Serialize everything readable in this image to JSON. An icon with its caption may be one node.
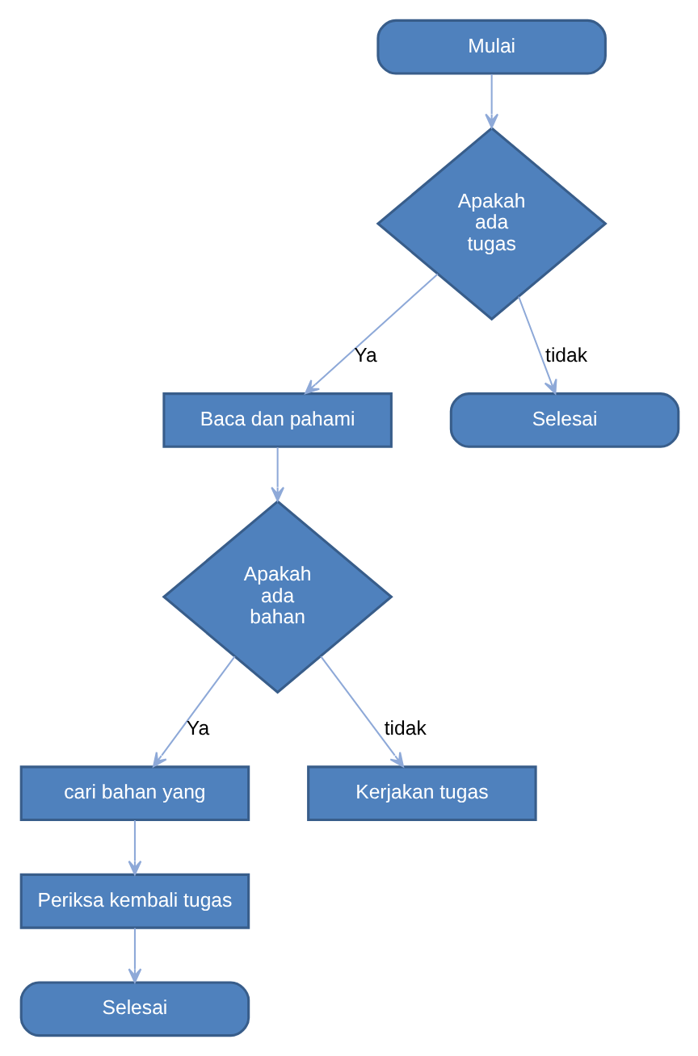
{
  "diagram": {
    "nodes": [
      {
        "text": [
          "Mulai"
        ]
      },
      {
        "text": [
          "Apakah ada tugas"
        ]
      },
      {
        "text": [
          "Baca dan pahami"
        ]
      },
      {
        "text": [
          "Selesai"
        ]
      },
      {
        "text": [
          "Apakah ada bahan"
        ]
      },
      {
        "text": [
          "cari bahan yang"
        ]
      },
      {
        "text": [
          "Kerjakan tugas"
        ]
      },
      {
        "text": [
          "Periksa kembali tugas"
        ]
      },
      {
        "text": [
          "Selesai"
        ]
      }
    ],
    "edges": [
      {
        "from": 0,
        "to": 1,
        "arrow": "to"
      },
      {
        "from": 1,
        "to": 2,
        "arrow": "to",
        "label": "Ya"
      },
      {
        "from": 1,
        "to": 3,
        "arrow": "to",
        "label": "tidak"
      },
      {
        "from": 2,
        "to": 4,
        "arrow": "to"
      },
      {
        "from": 4,
        "to": 5,
        "arrow": "to",
        "label": "Ya"
      },
      {
        "from": 4,
        "to": 6,
        "arrow": "to",
        "label": "tidak"
      },
      {
        "from": 5,
        "to": 7,
        "arrow": "to"
      },
      {
        "from": 7,
        "to": 8,
        "arrow": "to"
      }
    ]
  }
}
